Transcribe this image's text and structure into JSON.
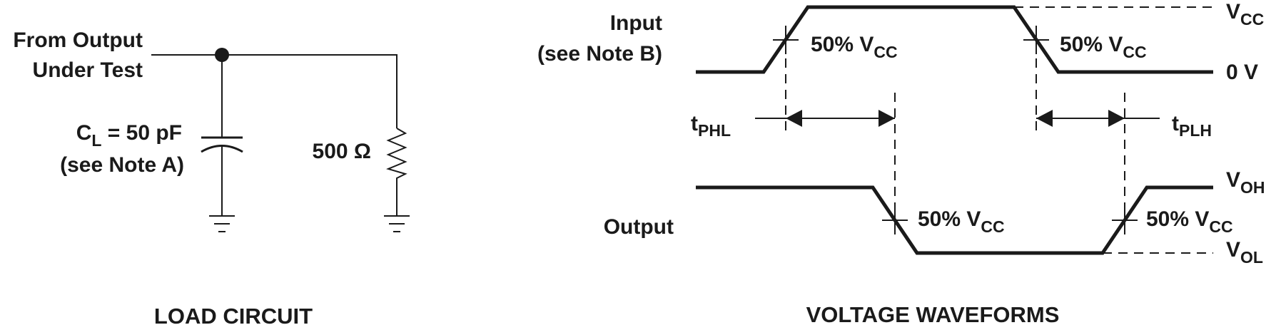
{
  "load_circuit": {
    "title": "LOAD CIRCUIT",
    "source_line1": "From Output",
    "source_line2": "Under Test",
    "cap_letter": "C",
    "cap_subscript": "L",
    "cap_value": " = 50 pF",
    "cap_note": "(see Note A)",
    "resistor_value": "500 Ω"
  },
  "waveforms": {
    "title": "VOLTAGE WAVEFORMS",
    "input_line1": "Input",
    "input_line2": "(see Note B)",
    "output_label": "Output",
    "v": "V",
    "cc": "CC",
    "oh": "OH",
    "ol": "OL",
    "zero_v": "0 V",
    "percent_label": "50% V",
    "t": "t",
    "phl": "PHL",
    "plh": "PLH"
  }
}
